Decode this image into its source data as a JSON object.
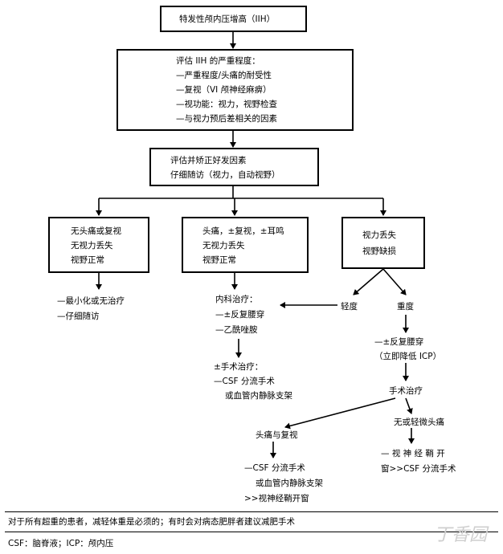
{
  "boxes": {
    "top": "特发性颅内压增高（IIH）",
    "assess": {
      "lines": [
        "评估 IIH 的严重程度：",
        "—严重程度/头痛的耐受性",
        "—复视（VI 颅神经麻痹）",
        "—视功能：视力，视野检查",
        "—与视力预后差相关的因素"
      ]
    },
    "correct": {
      "lines": [
        "评估并矫正好发因素",
        "仔细随访（视力，自动视野）"
      ]
    },
    "left": {
      "lines": [
        "无头痛或复视",
        "无视力丢失",
        "视野正常"
      ]
    },
    "middle": {
      "lines": [
        "头痛，±复视，±耳鸣",
        "无视力丢失",
        "视野正常"
      ]
    },
    "right": {
      "lines": [
        "视力丢失",
        "视野缺损"
      ]
    }
  },
  "text": {
    "left_treat": [
      "—最小化或无治疗",
      "—仔细随访"
    ],
    "medical": [
      "内科治疗：",
      "—±反复腰穿",
      "—乙酰唑胺"
    ],
    "surgical": [
      "±手术治疗：",
      "—CSF 分流手术",
      "或血管内静脉支架"
    ],
    "mild": "轻度",
    "severe": "重度",
    "lp": [
      "—±反复腰穿",
      "（立即降低 ICP）"
    ],
    "surgery": "手术治疗",
    "headache_diplopia": "头痛与复视",
    "ha_options": [
      "—CSF 分流手术",
      "或血管内静脉支架",
      ">>视神经鞘开窗"
    ],
    "no_headache": "无或轻微头痛",
    "nh_options": [
      "— 视 神 经 鞘 开",
      "窗>>CSF 分流手术"
    ]
  },
  "footer": {
    "note": "对于所有超重的患者，减轻体重是必须的；有时会对病态肥胖者建议减肥手术",
    "abbr": "CSF：脑脊液；ICP：颅内压"
  },
  "watermark": "丁香园"
}
